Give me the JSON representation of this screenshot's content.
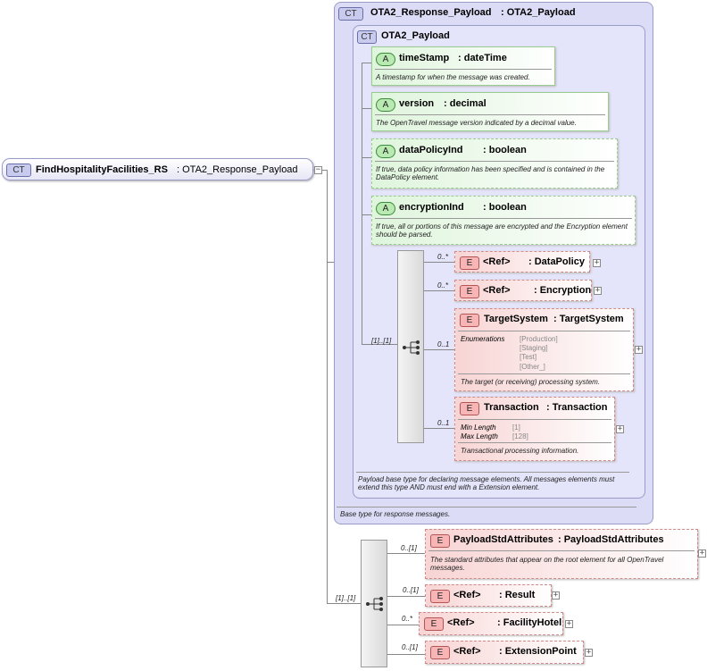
{
  "root": {
    "badge": "CT",
    "name": "FindHospitalityFacilities_RS",
    "type": ": OTA2_Response_Payload"
  },
  "response_payload": {
    "badge": "CT",
    "name": "OTA2_Response_Payload",
    "type": ": OTA2_Payload",
    "doc": "Base type for response messages."
  },
  "payload": {
    "badge": "CT",
    "name": "OTA2_Payload",
    "doc": "Payload base type for declaring message elements. All messages elements must extend this type AND must end with a Extension element."
  },
  "attributes": [
    {
      "badge": "A",
      "name": "timeStamp",
      "type": ": dateTime",
      "doc": "A timestamp for when the message was created."
    },
    {
      "badge": "A",
      "name": "version",
      "type": ": decimal",
      "doc": "The OpenTravel message version indicated by a decimal value."
    },
    {
      "badge": "A",
      "name": "dataPolicyInd",
      "type": ": boolean",
      "doc": "If true, data policy information has been specified and is contained in the DataPolicy element."
    },
    {
      "badge": "A",
      "name": "encryptionInd",
      "type": ": boolean",
      "doc": "If true, all or portions of this message are encrypted and the Encryption element should be parsed."
    }
  ],
  "inner_sequence": {
    "card": "[1]..[1]",
    "elements": [
      {
        "badge": "E",
        "card": "0..*",
        "name": "<Ref>",
        "type": ": DataPolicy"
      },
      {
        "badge": "E",
        "card": "0..*",
        "name": "<Ref>",
        "type": ": Encryption"
      },
      {
        "badge": "E",
        "card": "0..1",
        "name": "TargetSystem",
        "type": ": TargetSystem",
        "enum_label": "Enumerations",
        "enums": [
          "[Production]",
          "[Staging]",
          "[Test]",
          "[Other_]"
        ],
        "doc": "The target (or receiving) processing system."
      },
      {
        "badge": "E",
        "card": "0..1",
        "name": "Transaction",
        "type": ": Transaction",
        "facets": [
          {
            "k": "Min Length",
            "v": "[1]"
          },
          {
            "k": "Max Length",
            "v": "[128]"
          }
        ],
        "doc": "Transactional processing information."
      }
    ]
  },
  "outer_sequence": {
    "card": "[1]..[1]",
    "elements": [
      {
        "badge": "E",
        "card": "0..[1]",
        "name": "PayloadStdAttributes",
        "type": ": PayloadStdAttributes",
        "doc": "The standard attributes that appear on the root element for all OpenTravel messages."
      },
      {
        "badge": "E",
        "card": "0..[1]",
        "name": "<Ref>",
        "type": ": Result"
      },
      {
        "badge": "E",
        "card": "0..*",
        "name": "<Ref>",
        "type": ": FacilityHotel"
      },
      {
        "badge": "E",
        "card": "0..[1]",
        "name": "<Ref>",
        "type": ": ExtensionPoint"
      }
    ]
  },
  "icons": {
    "expand": "+",
    "collapse": "−"
  }
}
